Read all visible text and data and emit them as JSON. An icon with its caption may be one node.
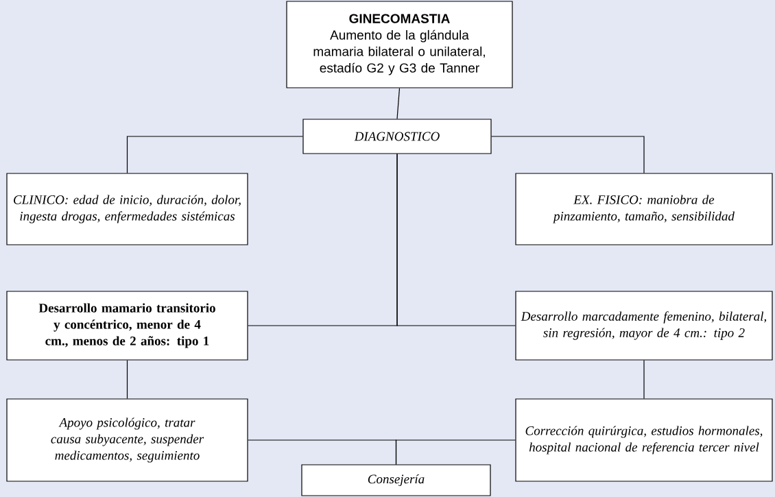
{
  "diagram": {
    "nodes": [
      {
        "text": [
          "GINECOMASTIA",
          "Aumento de la glándula mamaria bilateral o unilateral, estadío G2 y G3 de Tanner"
        ]
      },
      {
        "text": [
          "DIAGNOSTICO"
        ]
      },
      {
        "text": [
          "CLINICO: edad de inicio, duración, dolor, ingesta drogas, enfermedades sistémicas"
        ]
      },
      {
        "text": [
          "EX. FISICO: maniobra de pinzamiento, tamaño, sensibilidad"
        ]
      },
      {
        "text": [
          "Desarrollo mamario transitorio y concéntrico, menor de 4 cm., menos de 2 años: tipo 1"
        ]
      },
      {
        "text": [
          "Desarrollo marcadamente femenino, bilateral, sin regresión, mayor de 4 cm.: tipo 2"
        ]
      },
      {
        "text": [
          "Apoyo psicológico, tratar causa subyacente, suspender medicamentos, seguimiento"
        ]
      },
      {
        "text": [
          "Corrección quirúrgica, estudios hormonales, hospital nacional de referencia tercer nivel"
        ]
      },
      {
        "text": [
          "Consejería"
        ]
      }
    ],
    "edges": [
      {
        "from": 0,
        "to": 1,
        "arrow": "none"
      },
      {
        "from": 1,
        "to": 2,
        "arrow": "none"
      },
      {
        "from": 1,
        "to": 3,
        "arrow": "none"
      },
      {
        "from": 1,
        "to": 4,
        "arrow": "none"
      },
      {
        "from": 1,
        "to": 5,
        "arrow": "none"
      },
      {
        "from": 4,
        "to": 6,
        "arrow": "none"
      },
      {
        "from": 5,
        "to": 7,
        "arrow": "none"
      },
      {
        "from": 6,
        "to": 8,
        "arrow": "none"
      },
      {
        "from": 7,
        "to": 8,
        "arrow": "none"
      }
    ]
  }
}
